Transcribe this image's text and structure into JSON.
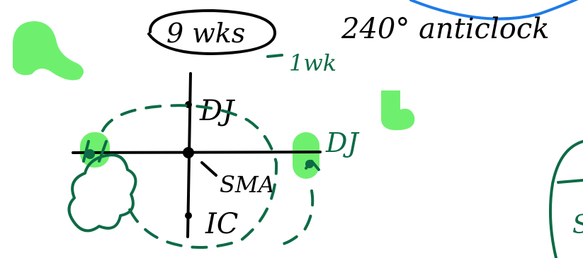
{
  "colors": {
    "ink": "#000000",
    "green_ink": "#0d6b45",
    "highlight": "#6ef06e",
    "blue_ink": "#1e7be8"
  },
  "labels": {
    "weeks": "9 wks",
    "rotation": "240° anticlock",
    "one_week": "1wk",
    "dj_top": "DJ",
    "dj_right": "DJ",
    "sma": "SMA",
    "ic": "IC",
    "partial_letter": "S"
  }
}
